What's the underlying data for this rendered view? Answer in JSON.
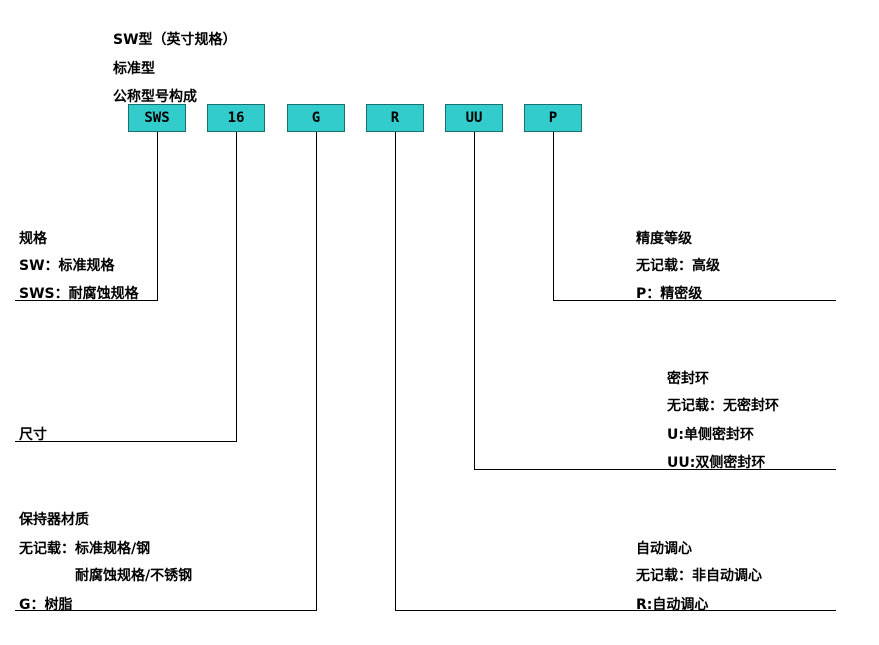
{
  "header": {
    "line1": "SW型（英寸规格）",
    "line2": "标准型",
    "line3": "公称型号构成"
  },
  "code_boxes": [
    "SWS",
    "16",
    "G",
    "R",
    "UU",
    "P"
  ],
  "colors": {
    "box_fill": "#33cccc",
    "line": "#000000"
  },
  "spec": {
    "title": "规格",
    "item1": "SW：标准规格",
    "item2": "SWS：耐腐蚀规格"
  },
  "size": {
    "title": "尺寸"
  },
  "retainer": {
    "title": "保持器材质",
    "item1": "无记载：标准规格/钢",
    "item2": "耐腐蚀规格/不锈钢",
    "item3": "G：树脂"
  },
  "accuracy": {
    "title": "精度等级",
    "item1": "无记载：高级",
    "item2": "P：精密级"
  },
  "seal": {
    "title": "密封环",
    "item1": "无记载：无密封环",
    "item2": "U:单侧密封环",
    "item3": "UU:双侧密封环"
  },
  "alignment": {
    "title": "自动调心",
    "item1": "无记载：非自动调心",
    "item2": "R:自动调心"
  }
}
